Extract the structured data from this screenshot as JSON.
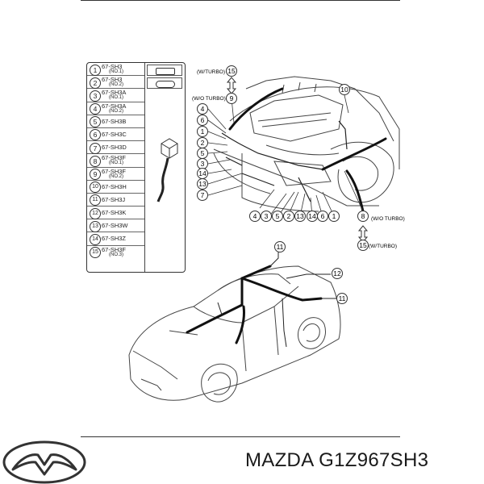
{
  "parts_table": [
    {
      "num": "1",
      "code": "67-SH3",
      "sub": "(NO.1)"
    },
    {
      "num": "2",
      "code": "67-SH3",
      "sub": "(NO.2)"
    },
    {
      "num": "3",
      "code": "67-SH3A",
      "sub": "(NO.1)"
    },
    {
      "num": "4",
      "code": "67-SH3A",
      "sub": "(NO.2)"
    },
    {
      "num": "5",
      "code": "67-SH3B",
      "sub": ""
    },
    {
      "num": "6",
      "code": "67-SH3C",
      "sub": ""
    },
    {
      "num": "7",
      "code": "67-SH3D",
      "sub": ""
    },
    {
      "num": "8",
      "code": "67-SH3F",
      "sub": "(NO.1)"
    },
    {
      "num": "9",
      "code": "67-SH3F",
      "sub": "(NO.2)"
    },
    {
      "num": "10",
      "code": "67-SH3H",
      "sub": ""
    },
    {
      "num": "11",
      "code": "67-SH3J",
      "sub": ""
    },
    {
      "num": "12",
      "code": "67-SH3K",
      "sub": ""
    },
    {
      "num": "13",
      "code": "67-SH3W",
      "sub": ""
    },
    {
      "num": "14",
      "code": "67-SH3Z",
      "sub": ""
    },
    {
      "num": "15",
      "code": "67-SH3F",
      "sub": "(NO.3)"
    }
  ],
  "labels": {
    "w_turbo_top": "(W/TURBO)",
    "wo_turbo_top": "(W/O TURBO)",
    "wo_turbo_bottom": "(W/O TURBO)",
    "w_turbo_bottom": "(W/TURBO)"
  },
  "callouts": {
    "c15_top": "15",
    "c9_top": "9",
    "c10": "10",
    "left": [
      "4",
      "6",
      "1",
      "2",
      "5",
      "3",
      "14",
      "13",
      "7"
    ],
    "bottom": [
      "4",
      "3",
      "5",
      "2",
      "13",
      "14",
      "6",
      "1"
    ],
    "c8": "8",
    "c15_bottom": "15",
    "car_11_top": "11",
    "car_12": "12",
    "car_11_right": "11"
  },
  "brand": {
    "logo": "mazda-logo-icon",
    "title": "MAZDA G1Z967SH3"
  }
}
